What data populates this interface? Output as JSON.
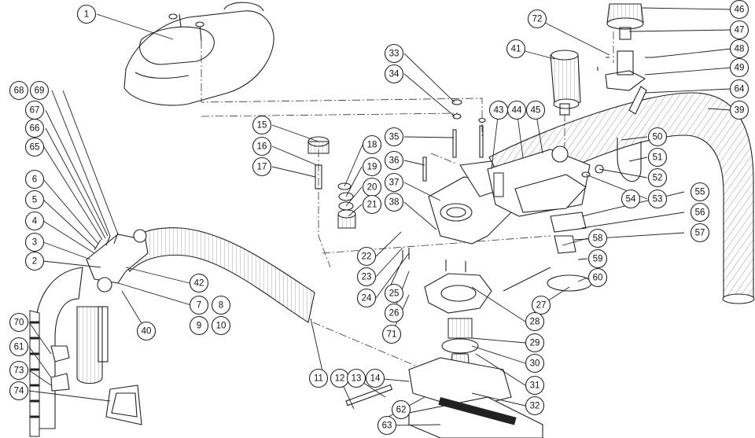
{
  "diagram": {
    "callouts": [
      "1",
      "2",
      "3",
      "4",
      "5",
      "6",
      "7",
      "8",
      "9",
      "10",
      "11",
      "12",
      "13",
      "14",
      "15",
      "16",
      "17",
      "18",
      "19",
      "20",
      "21",
      "22",
      "23",
      "24",
      "25",
      "26",
      "27",
      "28",
      "29",
      "30",
      "31",
      "32",
      "33",
      "34",
      "35",
      "36",
      "37",
      "38",
      "39",
      "40",
      "41",
      "42",
      "43",
      "44",
      "45",
      "46",
      "47",
      "48",
      "49",
      "50",
      "51",
      "52",
      "53",
      "54",
      "55",
      "56",
      "57",
      "58",
      "59",
      "60",
      "61",
      "62",
      "63",
      "64",
      "65",
      "66",
      "67",
      "68",
      "69",
      "70",
      "71",
      "72",
      "73",
      "74"
    ]
  }
}
